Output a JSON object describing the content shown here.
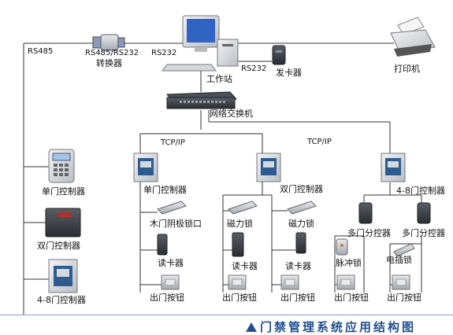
{
  "labels": {
    "rs485": "RS485",
    "converter_line1": "RS485/RS232",
    "converter_line2": "转换器",
    "rs232_left": "RS232",
    "rs232_right": "RS232",
    "workstation": "工作站",
    "card_issuer": "发卡器",
    "printer": "打印机",
    "switch": "网络交换机",
    "tcpip_1": "TCP/IP",
    "tcpip_2": "TCP/IP",
    "single_door_left": "单门控制器",
    "double_door_left": "双门控制器",
    "multi_door_left": "4-8门控制器",
    "single_door_net": "单门控制器",
    "double_door_net": "双门控制器",
    "multi_door_net": "4-8门控制器",
    "wood_door_lock": "木门阴极锁口",
    "mag_lock_1": "磁力锁",
    "mag_lock_2": "磁力锁",
    "multi_sub_1": "多门分控器",
    "multi_sub_2": "多门分控器",
    "pulse_lock": "脉冲锁",
    "electric_bolt": "电插锁",
    "reader_1": "读卡器",
    "reader_2": "读卡器",
    "reader_3": "读卡器",
    "exit_btn_1": "出门按钮",
    "exit_btn_2": "出门按钮",
    "exit_btn_3": "出门按钮",
    "exit_btn_4": "出门按钮",
    "exit_btn_5": "出门按钮"
  },
  "caption": "门禁管理系统应用结构图",
  "colors": {
    "line": "#333333",
    "device_gray": "#c9ccd1",
    "device_dark": "#3a3d44",
    "panel_blue": "#2e5c8e",
    "caption": "#1f4f8f"
  }
}
